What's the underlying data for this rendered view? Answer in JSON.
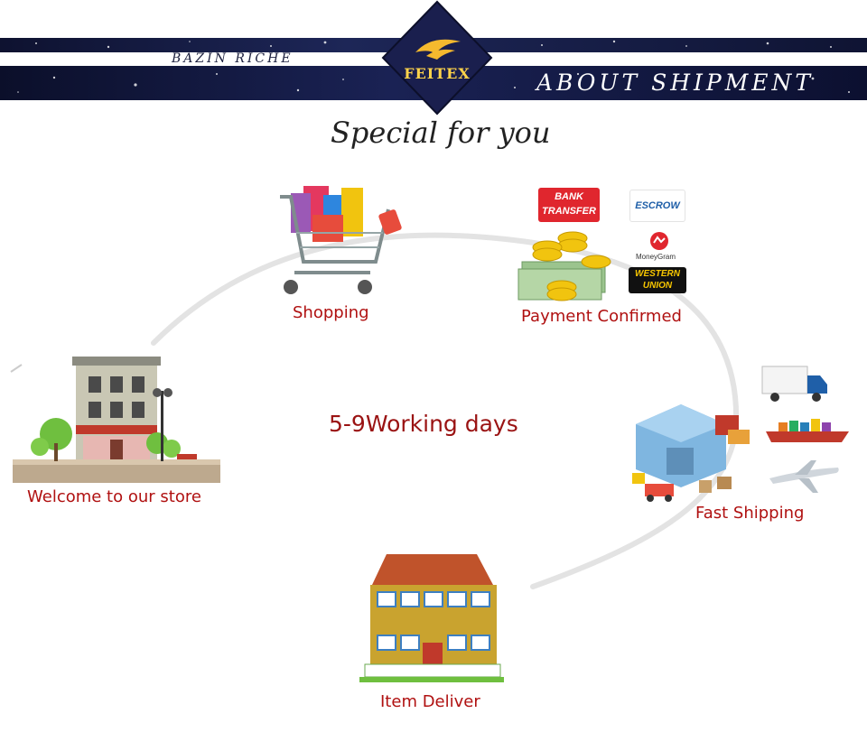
{
  "header": {
    "brand_small": "BAZIN RICHE",
    "logo_text": "FEITEX",
    "section_title": "ABOUT SHIPMENT",
    "tagline": "Special for you"
  },
  "steps": [
    {
      "label": "Welcome to our store",
      "icon": "store-icon"
    },
    {
      "label": "Shopping",
      "icon": "shopping-cart-icon"
    },
    {
      "label": "Payment Confirmed",
      "icon": "money-icon"
    },
    {
      "label": "Fast Shipping",
      "icon": "warehouse-icon"
    },
    {
      "label": "Item Deliver",
      "icon": "house-icon"
    }
  ],
  "center_text": "5-9Working days",
  "payment_methods": {
    "bank_line1": "BANK",
    "bank_line2": "TRANSFER",
    "escrow": "ESCROW",
    "moneygram": "MoneyGram",
    "western_line1": "WESTERN",
    "western_line2": "UNION"
  },
  "colors": {
    "banner": "#141a45",
    "label_red": "#b01111",
    "logo_gold": "#ffd34a",
    "curve": "#e3e3e3"
  }
}
